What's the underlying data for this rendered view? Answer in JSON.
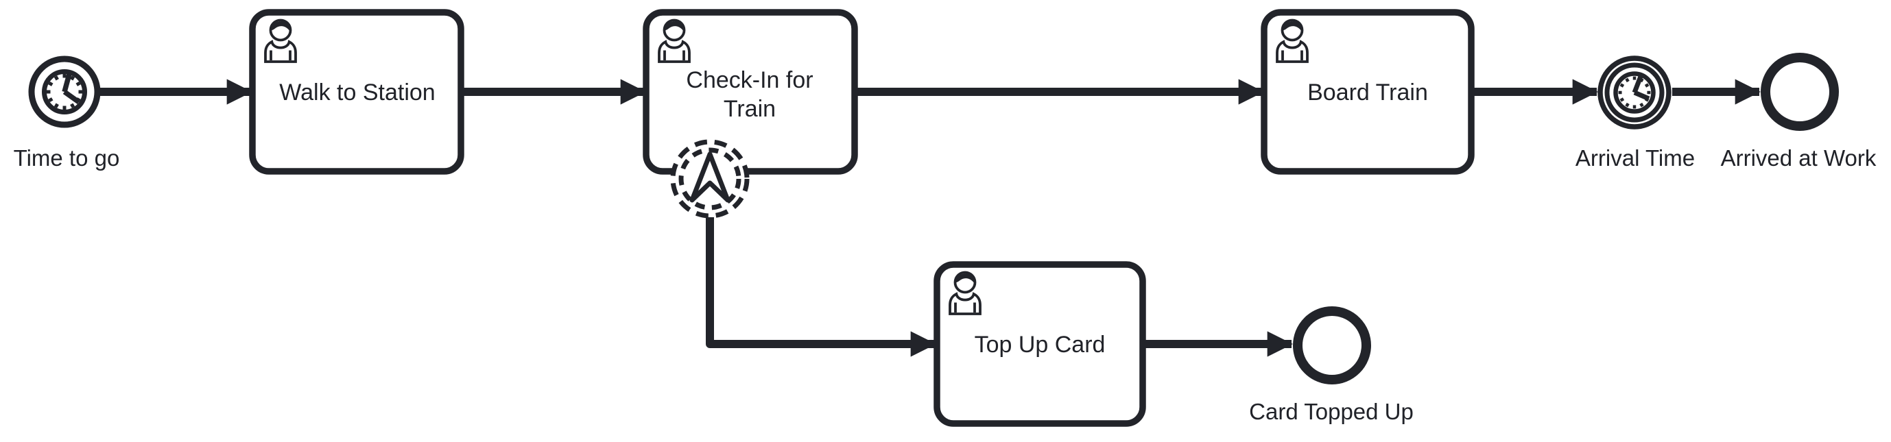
{
  "diagram": {
    "kind": "bpmn-process",
    "colors": {
      "stroke": "#22242a",
      "text": "#202228",
      "background": "#ffffff"
    },
    "start_event": {
      "label": "Time to go",
      "type": "timer-start-event",
      "icon": "clock-icon"
    },
    "tasks": {
      "walk": {
        "label": "Walk to Station",
        "type": "user-task",
        "icon": "user-icon"
      },
      "checkin": {
        "lines": [
          "Check-In for",
          "Train"
        ],
        "type": "user-task",
        "icon": "user-icon"
      },
      "board": {
        "label": "Board Train",
        "type": "user-task",
        "icon": "user-icon"
      },
      "topup": {
        "label": "Top Up Card",
        "type": "user-task",
        "icon": "user-icon"
      }
    },
    "boundary_event": {
      "type": "escalation-boundary-event-non-interrupting",
      "icon": "escalation-arrow-icon"
    },
    "intermediate_event": {
      "label": "Arrival Time",
      "type": "timer-intermediate-catch-event",
      "icon": "clock-icon"
    },
    "end_events": {
      "work": {
        "label": "Arrived at Work",
        "type": "end-event"
      },
      "card": {
        "label": "Card Topped Up",
        "type": "end-event"
      }
    },
    "flows": [
      {
        "from": "Time to go",
        "to": "Walk to Station"
      },
      {
        "from": "Walk to Station",
        "to": "Check-In for Train"
      },
      {
        "from": "Check-In for Train",
        "to": "Board Train"
      },
      {
        "from": "Board Train",
        "to": "Arrival Time"
      },
      {
        "from": "Arrival Time",
        "to": "Arrived at Work"
      },
      {
        "from": "Check-In for Train (boundary)",
        "to": "Top Up Card"
      },
      {
        "from": "Top Up Card",
        "to": "Card Topped Up"
      }
    ]
  }
}
